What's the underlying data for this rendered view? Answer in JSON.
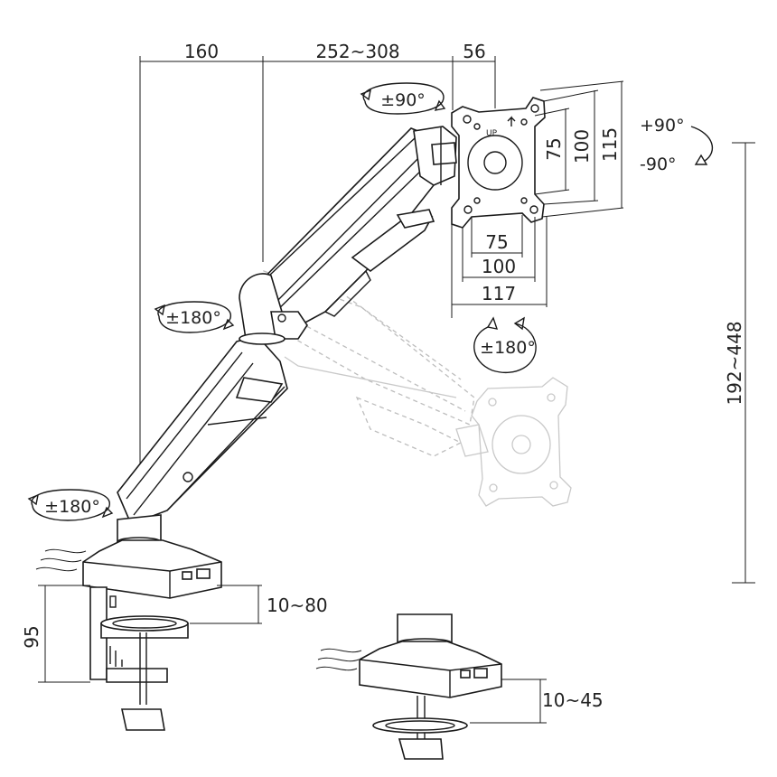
{
  "dimensions": {
    "top_left": "160",
    "top_middle": "252~308",
    "top_right": "56",
    "vesa_h_inner": "75",
    "vesa_h_mid": "100",
    "vesa_h_outer": "117",
    "vesa_v_inner": "75",
    "vesa_v_mid": "100",
    "vesa_v_outer": "115",
    "height_range": "192~448",
    "clamp_height": "95",
    "clamp_range": "10~80",
    "grommet_range": "10~45"
  },
  "rotations": {
    "head_tilt": "±90°",
    "pivot_plus": "+90°",
    "pivot_minus": "-90°",
    "panel_rotate": "±180°",
    "elbow_rotate": "±180°",
    "base_rotate": "±180°"
  },
  "labels": {
    "up_mark": "UP"
  }
}
